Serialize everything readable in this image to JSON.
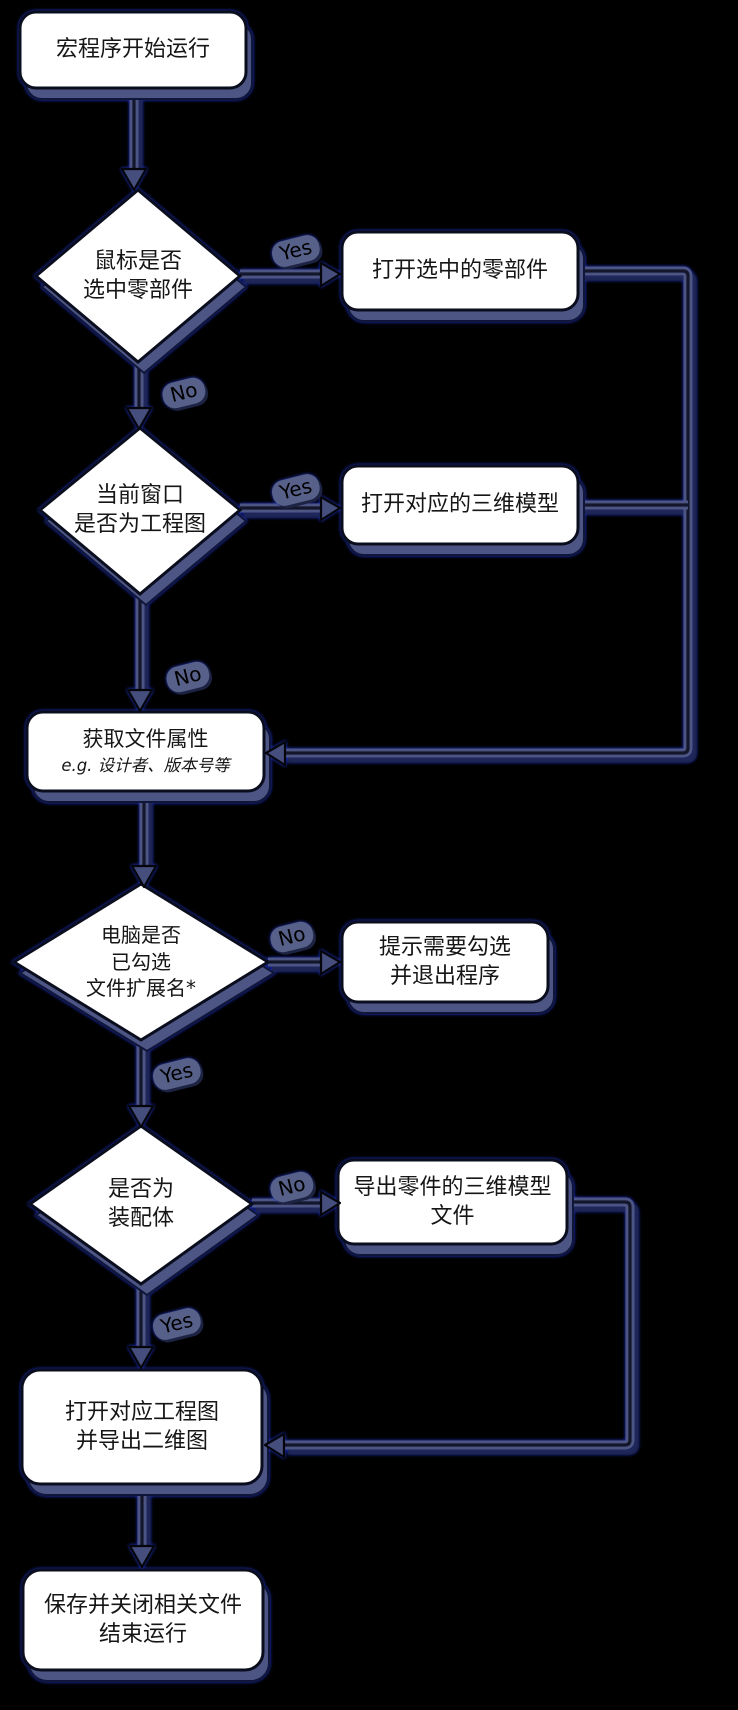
{
  "diagram": {
    "type": "flowchart",
    "background": "#000000",
    "colors": {
      "node_fill": "#ffffff",
      "node_border": "#0a0d1d",
      "shadow_slate": "#4d5584",
      "connector_core": "#14172b",
      "blue_fringe": "#2a3fd8",
      "label_blob": "#566089",
      "text": "#161616"
    }
  },
  "nodes": {
    "start": {
      "shape": "rounded-rect",
      "line1": "宏程序开始运行"
    },
    "decision_mouse": {
      "shape": "diamond",
      "line1": "鼠标是否",
      "line2": "选中零部件"
    },
    "open_selected_part": {
      "shape": "rounded-rect",
      "line1": "打开选中的零部件"
    },
    "decision_window": {
      "shape": "diamond",
      "line1": "当前窗口",
      "line2": "是否为工程图"
    },
    "open_3d_model": {
      "shape": "rounded-rect",
      "line1": "打开对应的三维模型"
    },
    "get_file_attrs": {
      "shape": "rounded-rect",
      "line1": "获取文件属性",
      "line2": "e.g. 设计者、版本号等"
    },
    "decision_extension": {
      "shape": "diamond",
      "line1": "电脑是否",
      "line2": "已勾选",
      "line3": "文件扩展名*"
    },
    "prompt_exit": {
      "shape": "rounded-rect",
      "line1": "提示需要勾选",
      "line2": "并退出程序"
    },
    "decision_assembly": {
      "shape": "diamond",
      "line1": "是否为",
      "line2": "装配体"
    },
    "export_part_3d": {
      "shape": "rounded-rect",
      "line1": "导出零件的三维模型",
      "line2": "文件"
    },
    "open_drawing_export_2d": {
      "shape": "rounded-rect",
      "line1": "打开对应工程图",
      "line2": "并导出二维图"
    },
    "end": {
      "shape": "rounded-rect",
      "line1": "保存并关闭相关文件",
      "line2": "结束运行"
    }
  },
  "edge_labels": {
    "yes1": "Yes",
    "no1": "No",
    "yes2": "Yes",
    "no2": "No",
    "no3": "No",
    "yes3": "Yes",
    "no4": "No",
    "yes4": "Yes"
  }
}
